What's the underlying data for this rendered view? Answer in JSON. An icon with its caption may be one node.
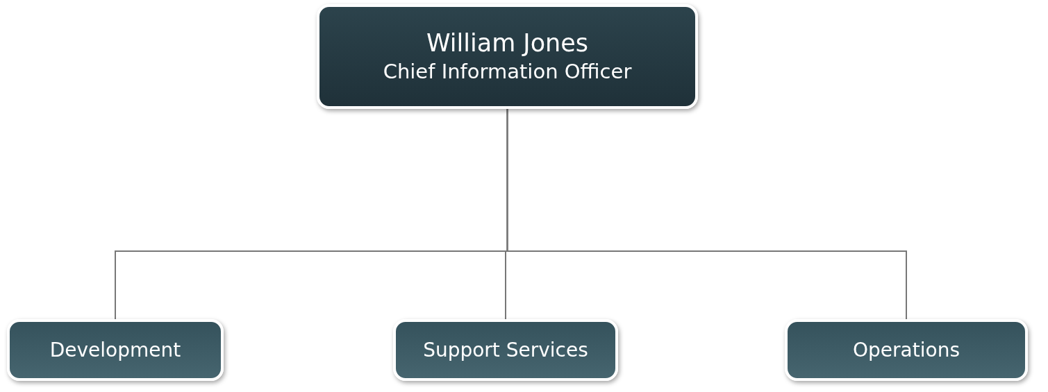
{
  "diagram": {
    "nodes": [
      {
        "text": [
          "William Jones",
          "Chief Information Officer"
        ]
      },
      {
        "text": [
          "Development"
        ]
      },
      {
        "text": [
          "Support Services"
        ]
      },
      {
        "text": [
          "Operations"
        ]
      }
    ],
    "edges": [
      {
        "from": 0,
        "to": 1,
        "arrow": "none"
      },
      {
        "from": 0,
        "to": 2,
        "arrow": "none"
      },
      {
        "from": 0,
        "to": 3,
        "arrow": "none"
      }
    ]
  }
}
